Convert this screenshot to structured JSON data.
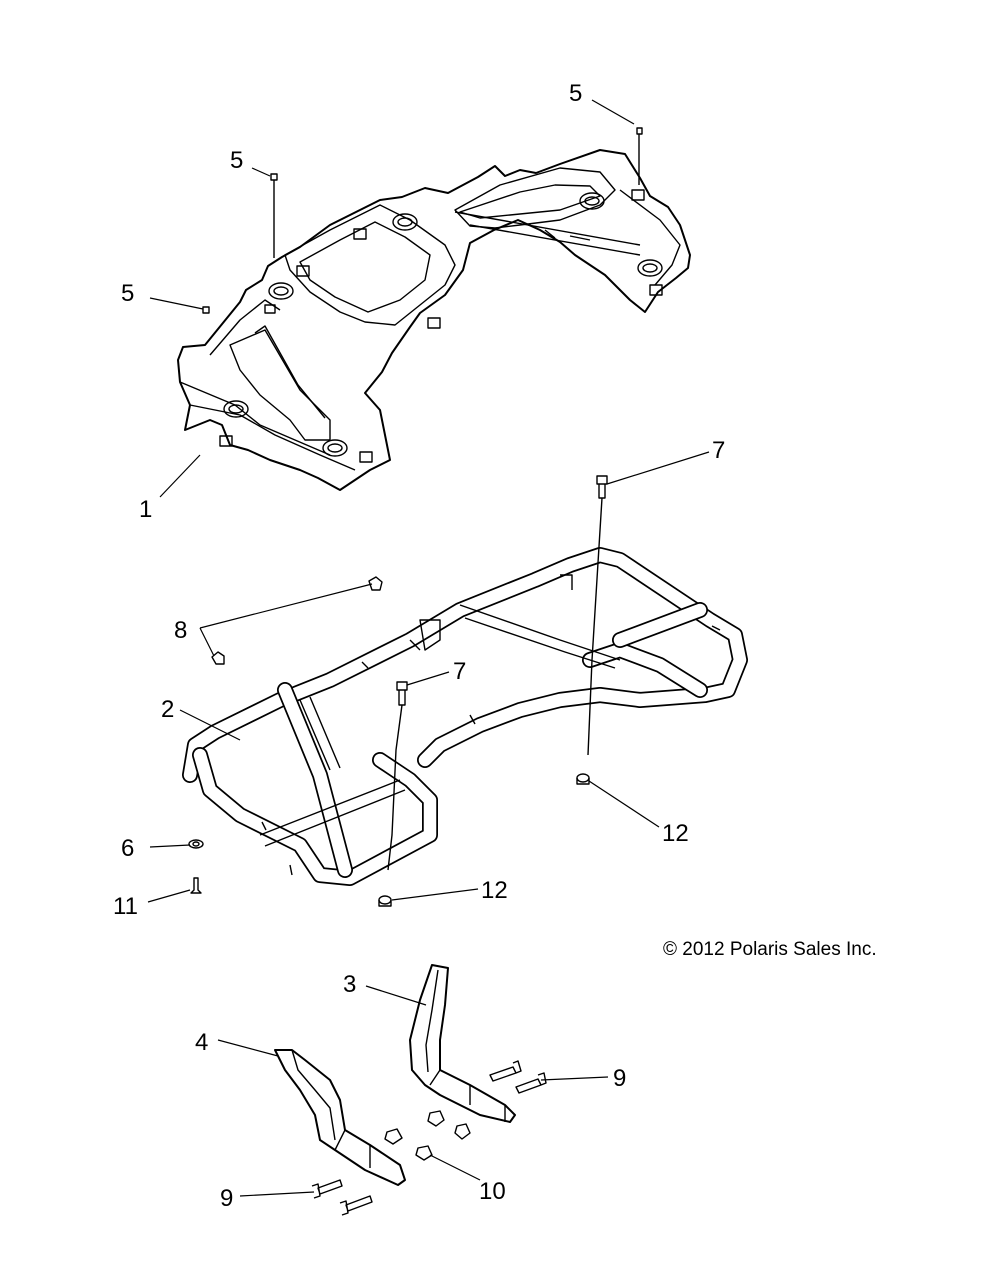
{
  "callouts": {
    "c1": "1",
    "c2": "2",
    "c3": "3",
    "c4": "4",
    "c5": "5",
    "c6": "6",
    "c7": "7",
    "c8": "8",
    "c9": "9",
    "c10": "10",
    "c11": "11",
    "c12": "12"
  },
  "copyright": "© 2012 Polaris Sales Inc."
}
